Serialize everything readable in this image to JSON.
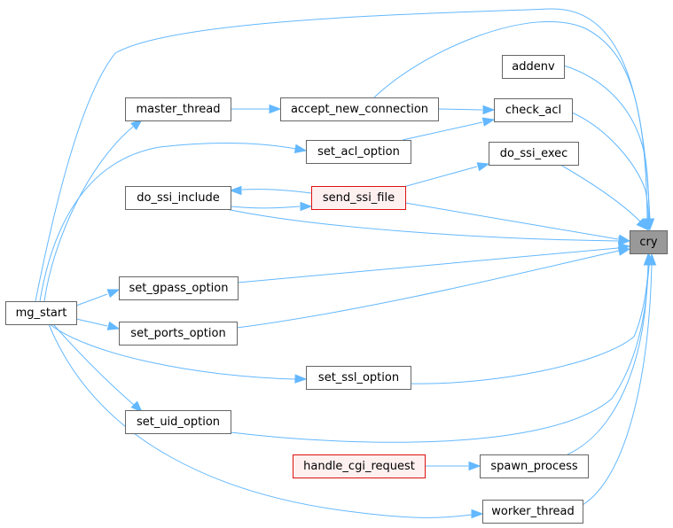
{
  "diagram": {
    "colors": {
      "edge": "#63b8ff",
      "root_fill": "#999999",
      "highlight_fill": "#fff0f0",
      "highlight_border": "#dd1111",
      "node_border": "#666666"
    },
    "nodes": [
      {
        "id": "cry",
        "label": "cry",
        "style": "root"
      },
      {
        "id": "addenv",
        "label": "addenv",
        "style": "normal"
      },
      {
        "id": "check_acl",
        "label": "check_acl",
        "style": "normal"
      },
      {
        "id": "accept_new_connection",
        "label": "accept_new_connection",
        "style": "normal"
      },
      {
        "id": "master_thread",
        "label": "master_thread",
        "style": "normal"
      },
      {
        "id": "mg_start",
        "label": "mg_start",
        "style": "normal"
      },
      {
        "id": "set_acl_option",
        "label": "set_acl_option",
        "style": "normal"
      },
      {
        "id": "do_ssi_exec",
        "label": "do_ssi_exec",
        "style": "normal"
      },
      {
        "id": "send_ssi_file",
        "label": "send_ssi_file",
        "style": "highlight"
      },
      {
        "id": "do_ssi_include",
        "label": "do_ssi_include",
        "style": "normal"
      },
      {
        "id": "set_gpass_option",
        "label": "set_gpass_option",
        "style": "normal"
      },
      {
        "id": "set_ports_option",
        "label": "set_ports_option",
        "style": "normal"
      },
      {
        "id": "set_ssl_option",
        "label": "set_ssl_option",
        "style": "normal"
      },
      {
        "id": "set_uid_option",
        "label": "set_uid_option",
        "style": "normal"
      },
      {
        "id": "spawn_process",
        "label": "spawn_process",
        "style": "normal"
      },
      {
        "id": "handle_cgi_request",
        "label": "handle_cgi_request",
        "style": "highlight"
      },
      {
        "id": "worker_thread",
        "label": "worker_thread",
        "style": "normal"
      }
    ],
    "edges": [
      {
        "from": "addenv",
        "to": "cry"
      },
      {
        "from": "check_acl",
        "to": "cry"
      },
      {
        "from": "accept_new_connection",
        "to": "check_acl"
      },
      {
        "from": "accept_new_connection",
        "to": "cry"
      },
      {
        "from": "master_thread",
        "to": "accept_new_connection"
      },
      {
        "from": "mg_start",
        "to": "master_thread"
      },
      {
        "from": "mg_start",
        "to": "cry"
      },
      {
        "from": "set_acl_option",
        "to": "check_acl"
      },
      {
        "from": "mg_start",
        "to": "set_acl_option"
      },
      {
        "from": "do_ssi_exec",
        "to": "cry"
      },
      {
        "from": "send_ssi_file",
        "to": "do_ssi_exec"
      },
      {
        "from": "send_ssi_file",
        "to": "do_ssi_include"
      },
      {
        "from": "do_ssi_include",
        "to": "send_ssi_file"
      },
      {
        "from": "send_ssi_file",
        "to": "cry"
      },
      {
        "from": "do_ssi_include",
        "to": "cry"
      },
      {
        "from": "set_gpass_option",
        "to": "cry"
      },
      {
        "from": "mg_start",
        "to": "set_gpass_option"
      },
      {
        "from": "set_ports_option",
        "to": "cry"
      },
      {
        "from": "mg_start",
        "to": "set_ports_option"
      },
      {
        "from": "set_ssl_option",
        "to": "cry"
      },
      {
        "from": "mg_start",
        "to": "set_ssl_option"
      },
      {
        "from": "set_uid_option",
        "to": "cry"
      },
      {
        "from": "mg_start",
        "to": "set_uid_option"
      },
      {
        "from": "spawn_process",
        "to": "cry"
      },
      {
        "from": "handle_cgi_request",
        "to": "spawn_process"
      },
      {
        "from": "worker_thread",
        "to": "cry"
      },
      {
        "from": "mg_start",
        "to": "worker_thread"
      }
    ]
  }
}
